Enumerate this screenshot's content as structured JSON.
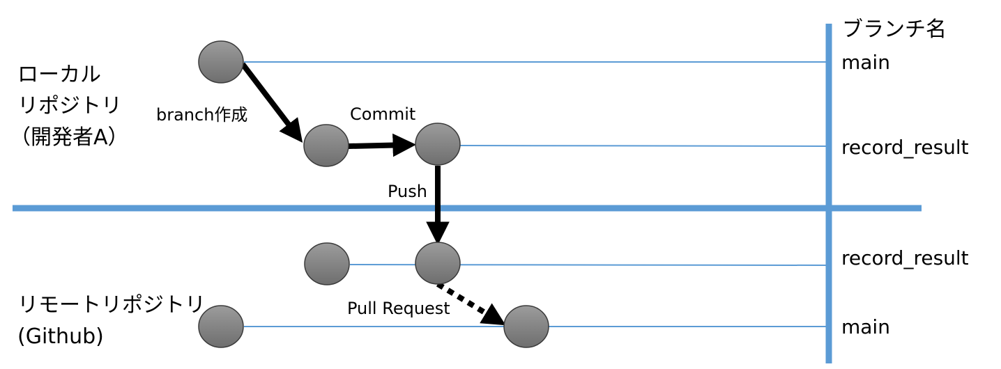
{
  "side_labels": {
    "local": {
      "line1": "ローカル",
      "line2": "リポジトリ",
      "line3": "（開発者A）"
    },
    "remote": {
      "line1": "リモートリポジトリ",
      "line2": "(Github)"
    }
  },
  "branch_header": "ブランチ名",
  "branches": {
    "local_main": "main",
    "local_record_result": "record_result",
    "remote_record_result": "record_result",
    "remote_main": "main"
  },
  "actions": {
    "branch_create": "branch作成",
    "commit": "Commit",
    "push": "Push",
    "pull_request": "Pull Request"
  },
  "colors": {
    "divider": "#5B9BD5",
    "branch_line": "#5B9BD5",
    "commit_fill_top": "#9a9a9a",
    "commit_fill_bottom": "#6f6f6f",
    "commit_stroke": "#3a3a3a",
    "arrow": "#000000"
  }
}
